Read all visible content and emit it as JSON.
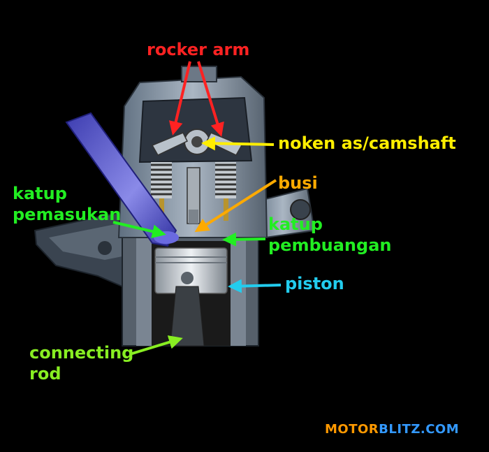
{
  "labels": {
    "rocker_arm": "rocker arm",
    "camshaft": "noken as/camshaft",
    "spark_plug": "busi",
    "intake_valve_line1": "katup",
    "intake_valve_line2": "pemasukan",
    "exhaust_valve_line1": "katup",
    "exhaust_valve_line2": "pembuangan",
    "piston": "piston",
    "connecting_rod_line1": "connecting",
    "connecting_rod_line2": "rod"
  },
  "watermark": {
    "part1": "MOTOR",
    "part2": "BLITZ.COM"
  },
  "colors": {
    "background": "#000000",
    "rocker_arm": "#ff2222",
    "camshaft": "#ffee00",
    "spark_plug": "#ffaa00",
    "valves": "#22ee22",
    "piston": "#22ccee",
    "connecting_rod": "#88ee22",
    "watermark_part1": "#ff9900",
    "watermark_part2": "#3399ff"
  }
}
